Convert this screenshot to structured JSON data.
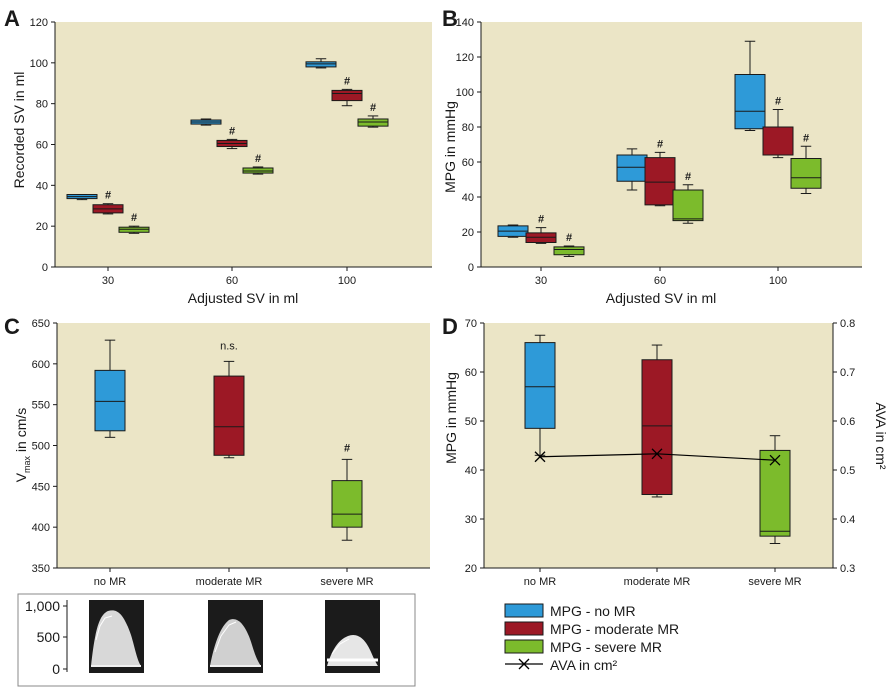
{
  "colors": {
    "panel_bg": "#ebe5c6",
    "no_mr": "#2e9ad8",
    "moderate_mr": "#9c1825",
    "severe_mr": "#7cbb2c",
    "line": "#000000"
  },
  "panels": {
    "A": {
      "letter": "A",
      "xlabel": "Adjusted SV in ml",
      "ylabel": "Recorded SV in ml"
    },
    "B": {
      "letter": "B",
      "xlabel": "Adjusted SV in ml",
      "ylabel": "MPG in mmHg"
    },
    "C": {
      "letter": "C",
      "ylabel_main": "V",
      "ylabel_sub": "max",
      "ylabel_rest": " in cm/s",
      "ns_label": "n.s."
    },
    "D": {
      "letter": "D",
      "ylabel_left": "MPG in mmHg",
      "ylabel_right": "AVA in cm²"
    }
  },
  "doppler": {
    "ticks": [
      "1,000",
      "500",
      "0"
    ],
    "icon": "doppler-velocity-trace-icon"
  },
  "legend": {
    "items": [
      {
        "label": "MPG - no MR",
        "kind": "box",
        "color": "#2e9ad8"
      },
      {
        "label": "MPG - moderate MR",
        "kind": "box",
        "color": "#9c1825"
      },
      {
        "label": "MPG - severe MR",
        "kind": "box",
        "color": "#7cbb2c"
      },
      {
        "label": "AVA in cm²",
        "kind": "line"
      }
    ]
  },
  "chart_data": [
    {
      "id": "A",
      "type": "box",
      "title": "",
      "xlabel": "Adjusted SV in ml",
      "ylabel": "Recorded SV in ml",
      "categories": [
        "30",
        "60",
        "100"
      ],
      "ylim": [
        0,
        120
      ],
      "yticks": [
        0,
        20,
        40,
        60,
        80,
        100,
        120
      ],
      "significance_marker": "#",
      "series": [
        {
          "name": "no MR",
          "color": "#2e9ad8",
          "boxes": [
            {
              "min": 33,
              "q1": 33.5,
              "median": 34.5,
              "q3": 35.5,
              "max": 35.5,
              "sig": false
            },
            {
              "min": 69.5,
              "q1": 70,
              "median": 71,
              "q3": 72,
              "max": 72.5,
              "sig": false
            },
            {
              "min": 97.5,
              "q1": 98,
              "median": 99.5,
              "q3": 100.5,
              "max": 102,
              "sig": false
            }
          ]
        },
        {
          "name": "moderate MR",
          "color": "#9c1825",
          "boxes": [
            {
              "min": 26,
              "q1": 26.5,
              "median": 28.5,
              "q3": 30.5,
              "max": 31,
              "sig": true
            },
            {
              "min": 58,
              "q1": 59,
              "median": 60.5,
              "q3": 62,
              "max": 62.5,
              "sig": true
            },
            {
              "min": 79,
              "q1": 81.5,
              "median": 85,
              "q3": 86.5,
              "max": 87,
              "sig": true
            }
          ]
        },
        {
          "name": "severe MR",
          "color": "#7cbb2c",
          "boxes": [
            {
              "min": 16.5,
              "q1": 17,
              "median": 18.5,
              "q3": 19.5,
              "max": 20,
              "sig": true
            },
            {
              "min": 45.5,
              "q1": 46,
              "median": 47,
              "q3": 48.5,
              "max": 49,
              "sig": true
            },
            {
              "min": 68.5,
              "q1": 69,
              "median": 71,
              "q3": 72.5,
              "max": 74,
              "sig": true
            }
          ]
        }
      ]
    },
    {
      "id": "B",
      "type": "box",
      "title": "",
      "xlabel": "Adjusted SV in ml",
      "ylabel": "MPG in mmHg",
      "categories": [
        "30",
        "60",
        "100"
      ],
      "ylim": [
        0,
        140
      ],
      "yticks": [
        0,
        20,
        40,
        60,
        80,
        100,
        120,
        140
      ],
      "significance_marker": "#",
      "series": [
        {
          "name": "no MR",
          "color": "#2e9ad8",
          "boxes": [
            {
              "min": 17,
              "q1": 17.5,
              "median": 20.5,
              "q3": 23.5,
              "max": 24,
              "sig": false
            },
            {
              "min": 44,
              "q1": 49,
              "median": 57,
              "q3": 64,
              "max": 67.5,
              "sig": false
            },
            {
              "min": 78,
              "q1": 79,
              "median": 89,
              "q3": 110,
              "max": 129,
              "sig": false
            }
          ]
        },
        {
          "name": "moderate MR",
          "color": "#9c1825",
          "boxes": [
            {
              "min": 13.5,
              "q1": 14,
              "median": 17,
              "q3": 19.5,
              "max": 22.5,
              "sig": true
            },
            {
              "min": 35,
              "q1": 35.5,
              "median": 48.5,
              "q3": 62.5,
              "max": 65.5,
              "sig": true
            },
            {
              "min": 62.5,
              "q1": 64,
              "median": 64,
              "q3": 80,
              "max": 90,
              "sig": true
            }
          ]
        },
        {
          "name": "severe MR",
          "color": "#7cbb2c",
          "boxes": [
            {
              "min": 6,
              "q1": 7,
              "median": 10,
              "q3": 11.5,
              "max": 12,
              "sig": true
            },
            {
              "min": 25,
              "q1": 26.5,
              "median": 27.5,
              "q3": 44,
              "max": 47,
              "sig": true
            },
            {
              "min": 42,
              "q1": 45,
              "median": 51,
              "q3": 62,
              "max": 69,
              "sig": true
            }
          ]
        }
      ]
    },
    {
      "id": "C",
      "type": "box",
      "title": "",
      "xlabel": "",
      "ylabel": "Vmax in cm/s",
      "categories": [
        "no MR",
        "moderate MR",
        "severe MR"
      ],
      "ylim": [
        350,
        650
      ],
      "yticks": [
        350,
        400,
        450,
        500,
        550,
        600,
        650
      ],
      "significance_marker": "#",
      "boxes": [
        {
          "name": "no MR",
          "color": "#2e9ad8",
          "min": 510,
          "q1": 518,
          "median": 554,
          "q3": 592,
          "max": 629,
          "annotation": ""
        },
        {
          "name": "moderate MR",
          "color": "#9c1825",
          "min": 485,
          "q1": 488,
          "median": 523,
          "q3": 585,
          "max": 603,
          "annotation": "n.s."
        },
        {
          "name": "severe MR",
          "color": "#7cbb2c",
          "min": 384,
          "q1": 400,
          "median": 416,
          "q3": 457,
          "max": 483,
          "annotation": "#"
        }
      ]
    },
    {
      "id": "D",
      "type": "box+line",
      "title": "",
      "xlabel": "",
      "ylabel": "MPG in mmHg",
      "ylabel_right": "AVA in cm²",
      "categories": [
        "no MR",
        "moderate MR",
        "severe MR"
      ],
      "ylim": [
        20,
        70
      ],
      "yticks": [
        20,
        30,
        40,
        50,
        60,
        70
      ],
      "ylim_right": [
        0.3,
        0.8
      ],
      "yticks_right": [
        0.3,
        0.4,
        0.5,
        0.6,
        0.7,
        0.8
      ],
      "boxes": [
        {
          "name": "MPG - no MR",
          "color": "#2e9ad8",
          "min": 43,
          "q1": 48.5,
          "median": 57,
          "q3": 66,
          "max": 67.5
        },
        {
          "name": "MPG - moderate MR",
          "color": "#9c1825",
          "min": 34.5,
          "q1": 35,
          "median": 49,
          "q3": 62.5,
          "max": 65.5
        },
        {
          "name": "MPG - severe MR",
          "color": "#7cbb2c",
          "min": 25,
          "q1": 26.5,
          "median": 27.5,
          "q3": 44,
          "max": 47
        }
      ],
      "line": {
        "name": "AVA in cm²",
        "marker": "x",
        "values": [
          0.527,
          0.533,
          0.52
        ]
      }
    }
  ]
}
